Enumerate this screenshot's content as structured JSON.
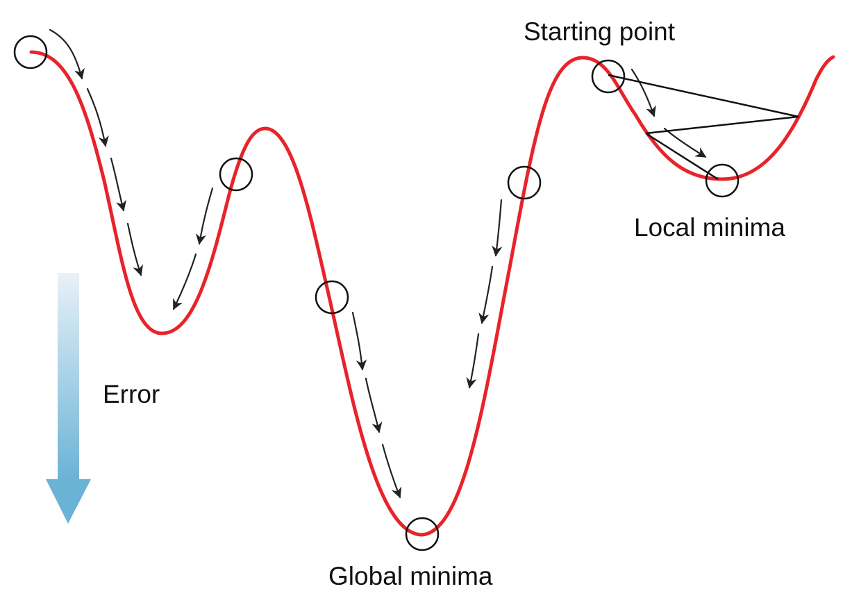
{
  "labels": {
    "starting_point": "Starting point",
    "local_minima": "Local minima",
    "global_minima": "Global minima",
    "error": "Error"
  },
  "colors": {
    "curve": "#e8232a",
    "circle_stroke": "#111111",
    "arrow": "#222222",
    "error_arrow_top": "#e8f1f8",
    "error_arrow_bottom": "#6bb3d6",
    "background": "#ffffff"
  }
}
